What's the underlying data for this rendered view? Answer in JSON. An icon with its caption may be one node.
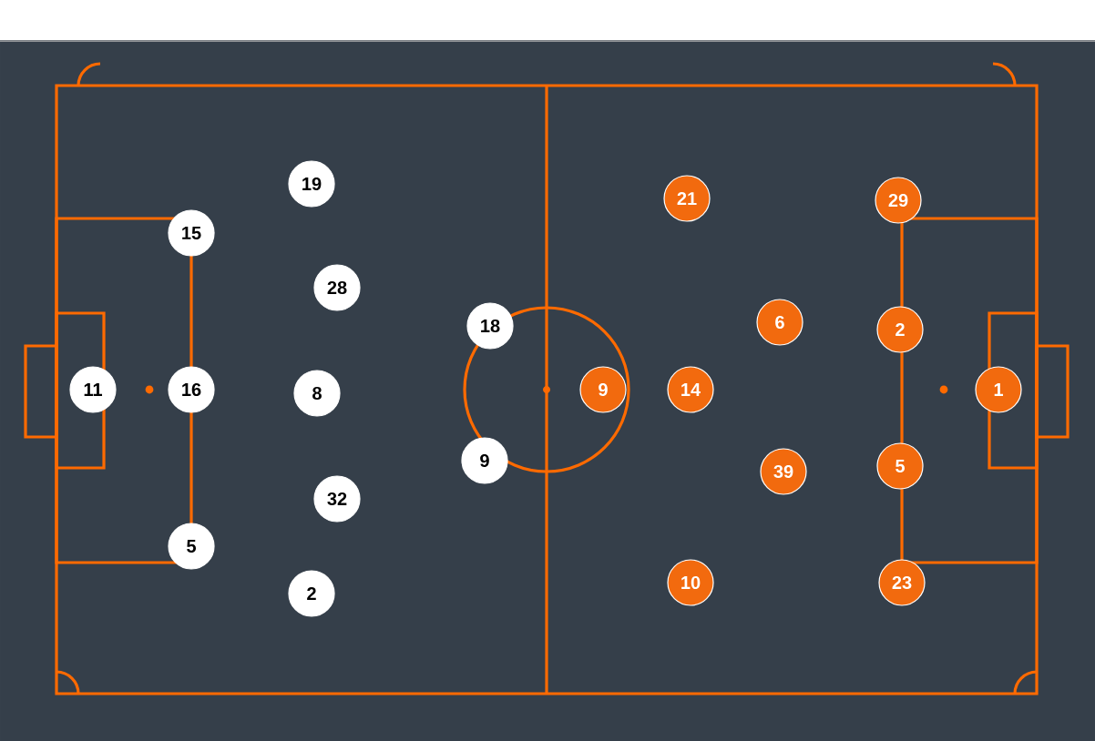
{
  "diagram": {
    "nodes": [
      {
        "text": [
          "11"
        ]
      },
      {
        "text": [
          "15"
        ]
      },
      {
        "text": [
          "16"
        ]
      },
      {
        "text": [
          "5"
        ]
      },
      {
        "text": [
          "19"
        ]
      },
      {
        "text": [
          "28"
        ]
      },
      {
        "text": [
          "8"
        ]
      },
      {
        "text": [
          "32"
        ]
      },
      {
        "text": [
          "2"
        ]
      },
      {
        "text": [
          "18"
        ]
      },
      {
        "text": [
          "9"
        ]
      },
      {
        "text": [
          "9"
        ]
      },
      {
        "text": [
          "21"
        ]
      },
      {
        "text": [
          "14"
        ]
      },
      {
        "text": [
          "10"
        ]
      },
      {
        "text": [
          "6"
        ]
      },
      {
        "text": [
          "39"
        ]
      },
      {
        "text": [
          "29"
        ]
      },
      {
        "text": [
          "2"
        ]
      },
      {
        "text": [
          "5"
        ]
      },
      {
        "text": [
          "23"
        ]
      },
      {
        "text": [
          "1"
        ]
      }
    ]
  }
}
